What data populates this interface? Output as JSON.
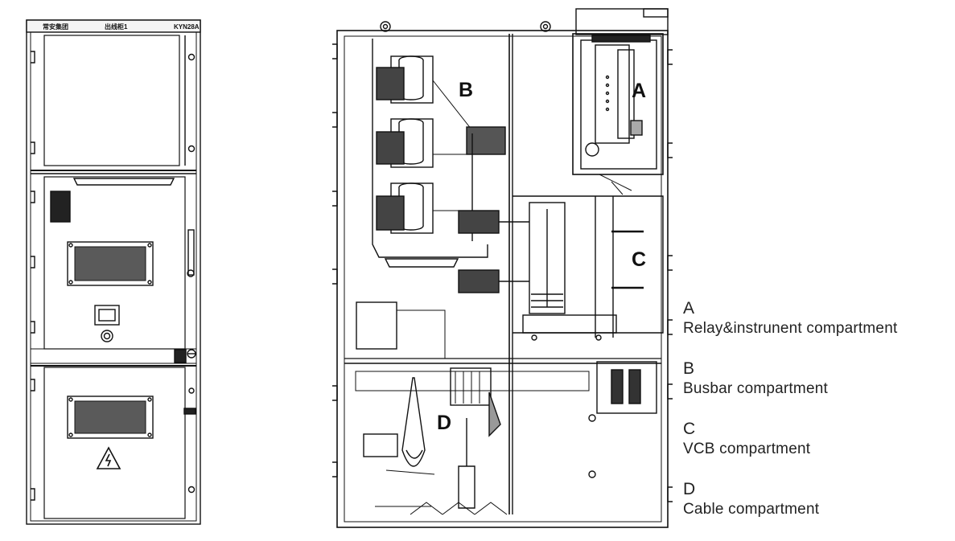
{
  "front_view": {
    "nameplate": {
      "left": "常安集团",
      "middle": "出线柜1",
      "right": "KYN28A"
    }
  },
  "section_view": {
    "labels": {
      "a": "A",
      "b": "B",
      "c": "C",
      "d": "D"
    }
  },
  "legend": [
    {
      "letter": "A",
      "description": "Relay&instrunent compartment"
    },
    {
      "letter": "B",
      "description": "Busbar compartment"
    },
    {
      "letter": "C",
      "description": "VCB compartment"
    },
    {
      "letter": "D",
      "description": "Cable compartment"
    }
  ]
}
